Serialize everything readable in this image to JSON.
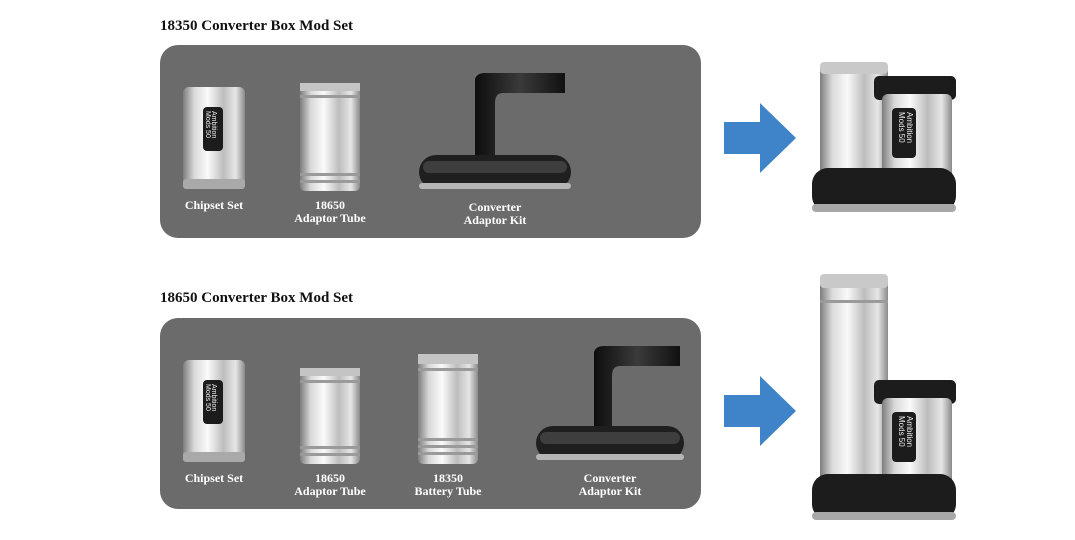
{
  "sections": [
    {
      "title": "18350 Converter Box Mod Set",
      "items": [
        {
          "caption": "Chipset Set",
          "badge_line1": "Ambition",
          "badge_line2": "Mods 50"
        },
        {
          "caption": "18650\nAdaptor Tube"
        },
        {
          "caption": "Converter\nAdaptor Kit"
        }
      ],
      "result_badge_line1": "Ambition",
      "result_badge_line2": "Mods 50"
    },
    {
      "title": "18650 Converter Box Mod Set",
      "items": [
        {
          "caption": "Chipset Set",
          "badge_line1": "Ambition",
          "badge_line2": "Mods 50"
        },
        {
          "caption": "18650\nAdaptor Tube"
        },
        {
          "caption": "18350\nBattery Tube"
        },
        {
          "caption": "Converter\nAdaptor Kit"
        }
      ],
      "result_badge_line1": "Ambition",
      "result_badge_line2": "Mods 50"
    }
  ],
  "colors": {
    "panel": "#6b6b6b",
    "arrow": "#3f84c9",
    "metal_light": "#f2f2f2",
    "metal_dark": "#8c8c8c",
    "black_part": "#1c1c1c"
  }
}
